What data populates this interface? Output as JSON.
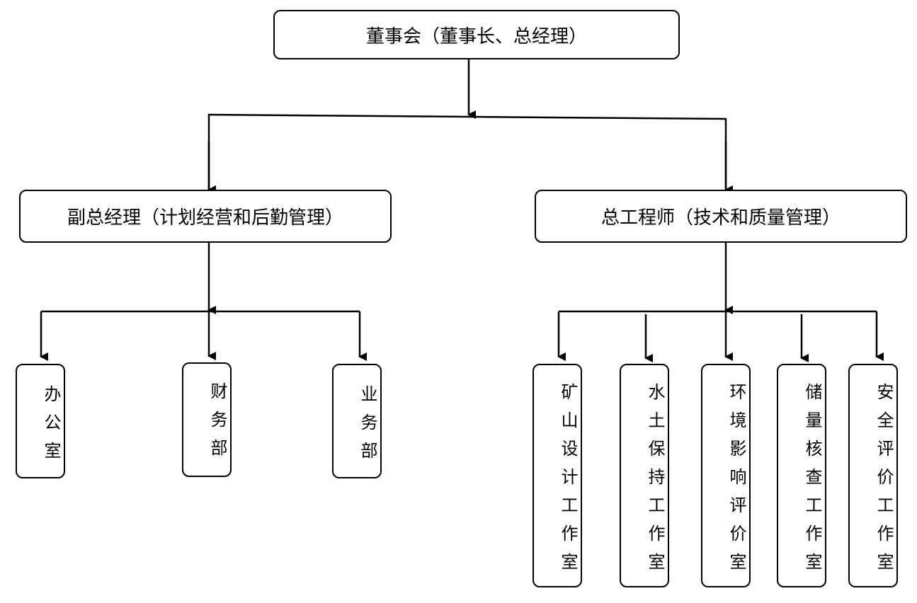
{
  "board": {
    "label": "董事会（董事长、总经理）"
  },
  "deputy_gm": {
    "label": "副总经理（计划经营和后勤管理）"
  },
  "chief_engineer": {
    "label": "总工程师（技术和质量管理）"
  },
  "deputy_units": [
    {
      "label": "办公室"
    },
    {
      "label": "财务部"
    },
    {
      "label": "业务部"
    }
  ],
  "engineer_units": [
    {
      "label": "矿山设计工作室"
    },
    {
      "label": "水土保持工作室"
    },
    {
      "label": "环境影响评价室"
    },
    {
      "label": "储量核查工作室"
    },
    {
      "label": "安全评价工作室"
    }
  ]
}
